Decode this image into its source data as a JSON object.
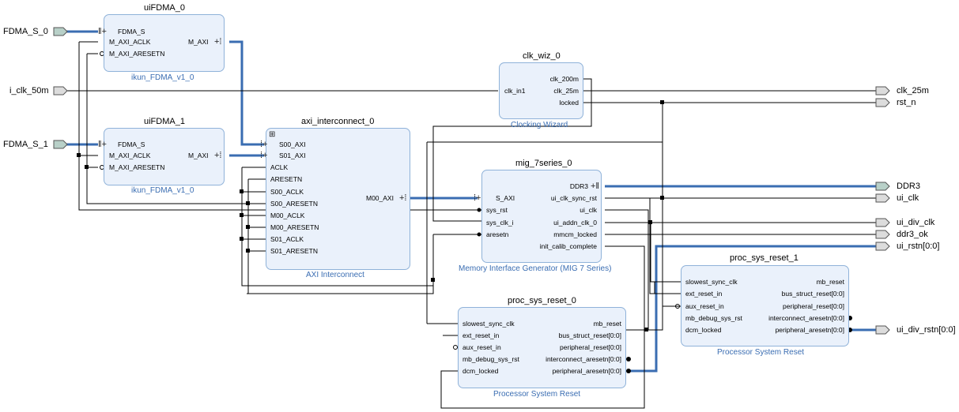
{
  "ports_in": [
    "FDMA_S_0",
    "i_clk_50m",
    "FDMA_S_1"
  ],
  "ports_out": [
    "clk_25m",
    "rst_n",
    "DDR3",
    "ui_clk",
    "ui_div_clk",
    "ddr3_ok",
    "ui_rstn[0:0]",
    "ui_div_rstn[0:0]"
  ],
  "fdma0": {
    "inst": "uiFDMA_0",
    "sub": "ikun_FDMA_v1_0",
    "pins_l": [
      "FDMA_S",
      "M_AXI_ACLK",
      "M_AXI_ARESETN"
    ],
    "pins_r": [
      "M_AXI"
    ]
  },
  "fdma1": {
    "inst": "uiFDMA_1",
    "sub": "ikun_FDMA_v1_0",
    "pins_l": [
      "FDMA_S",
      "M_AXI_ACLK",
      "M_AXI_ARESETN"
    ],
    "pins_r": [
      "M_AXI"
    ]
  },
  "clkwiz": {
    "inst": "clk_wiz_0",
    "sub": "Clocking Wizard",
    "pins_l": [
      "clk_in1"
    ],
    "pins_r": [
      "clk_200m",
      "clk_25m",
      "locked"
    ]
  },
  "axi": {
    "inst": "axi_interconnect_0",
    "sub": "AXI Interconnect",
    "pins_l": [
      "S00_AXI",
      "S01_AXI",
      "ACLK",
      "ARESETN",
      "S00_ACLK",
      "S00_ARESETN",
      "M00_ACLK",
      "M00_ARESETN",
      "S01_ACLK",
      "S01_ARESETN"
    ],
    "pins_r": [
      "M00_AXI"
    ]
  },
  "mig": {
    "inst": "mig_7series_0",
    "sub": "Memory Interface Generator (MIG 7 Series)",
    "pins_l": [
      "S_AXI",
      "sys_rst",
      "sys_clk_i",
      "aresetn"
    ],
    "pins_r": [
      "DDR3",
      "ui_clk_sync_rst",
      "ui_clk",
      "ui_addn_clk_0",
      "mmcm_locked",
      "init_calib_complete"
    ]
  },
  "psr1": {
    "inst": "proc_sys_reset_1",
    "sub": "Processor System Reset",
    "pins_l": [
      "slowest_sync_clk",
      "ext_reset_in",
      "aux_reset_in",
      "mb_debug_sys_rst",
      "dcm_locked"
    ],
    "pins_r": [
      "mb_reset",
      "bus_struct_reset[0:0]",
      "peripheral_reset[0:0]",
      "interconnect_aresetn[0:0]",
      "peripheral_aresetn[0:0]"
    ]
  },
  "psr0": {
    "inst": "proc_sys_reset_0",
    "sub": "Processor System Reset",
    "pins_l": [
      "slowest_sync_clk",
      "ext_reset_in",
      "aux_reset_in",
      "mb_debug_sys_rst",
      "dcm_locked"
    ],
    "pins_r": [
      "mb_reset",
      "bus_struct_reset[0:0]",
      "peripheral_reset[0:0]",
      "interconnect_aresetn[0:0]",
      "peripheral_aresetn[0:0]"
    ]
  },
  "colors": {
    "wire": "#000000",
    "bus": "#3a6db2",
    "block_fill": "#eaf1fb",
    "block_border": "#8fb2d9",
    "subtitle": "#3a6db2"
  }
}
